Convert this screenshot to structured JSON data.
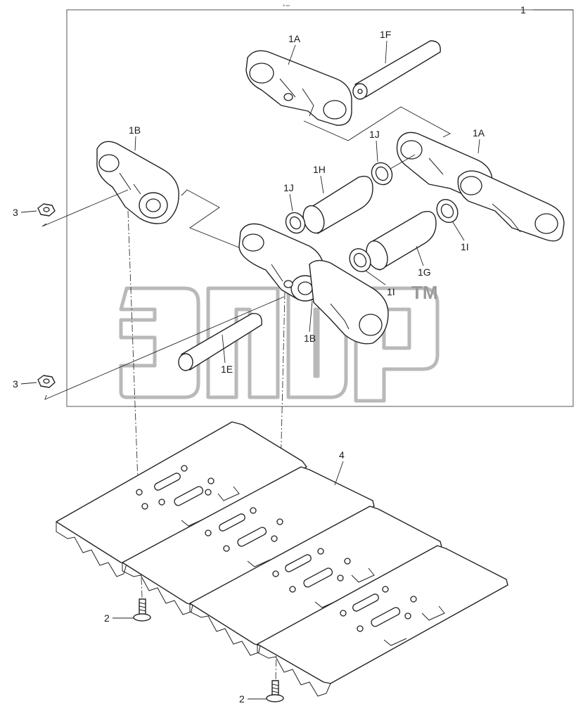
{
  "diagram": {
    "header_mark": "ᵂ ᵃᵃᵃ",
    "labels": {
      "assembly": "1",
      "link_1a_top": "1A",
      "link_1a_right": "1A",
      "link_1b_left": "1B",
      "link_1b_center": "1B",
      "pin_1e": "1E",
      "pin_1f": "1F",
      "bushing_1g": "1G",
      "bushing_1h": "1H",
      "seal_1i_left": "1I",
      "seal_1i_right": "1I",
      "seal_1j_left": "1J",
      "seal_1j_right": "1J",
      "bolt_top": "2",
      "bolt_bottom": "2",
      "nut_top": "3",
      "nut_bottom": "3",
      "track_shoe": "4"
    },
    "watermark": {
      "trademark": "TM"
    }
  }
}
